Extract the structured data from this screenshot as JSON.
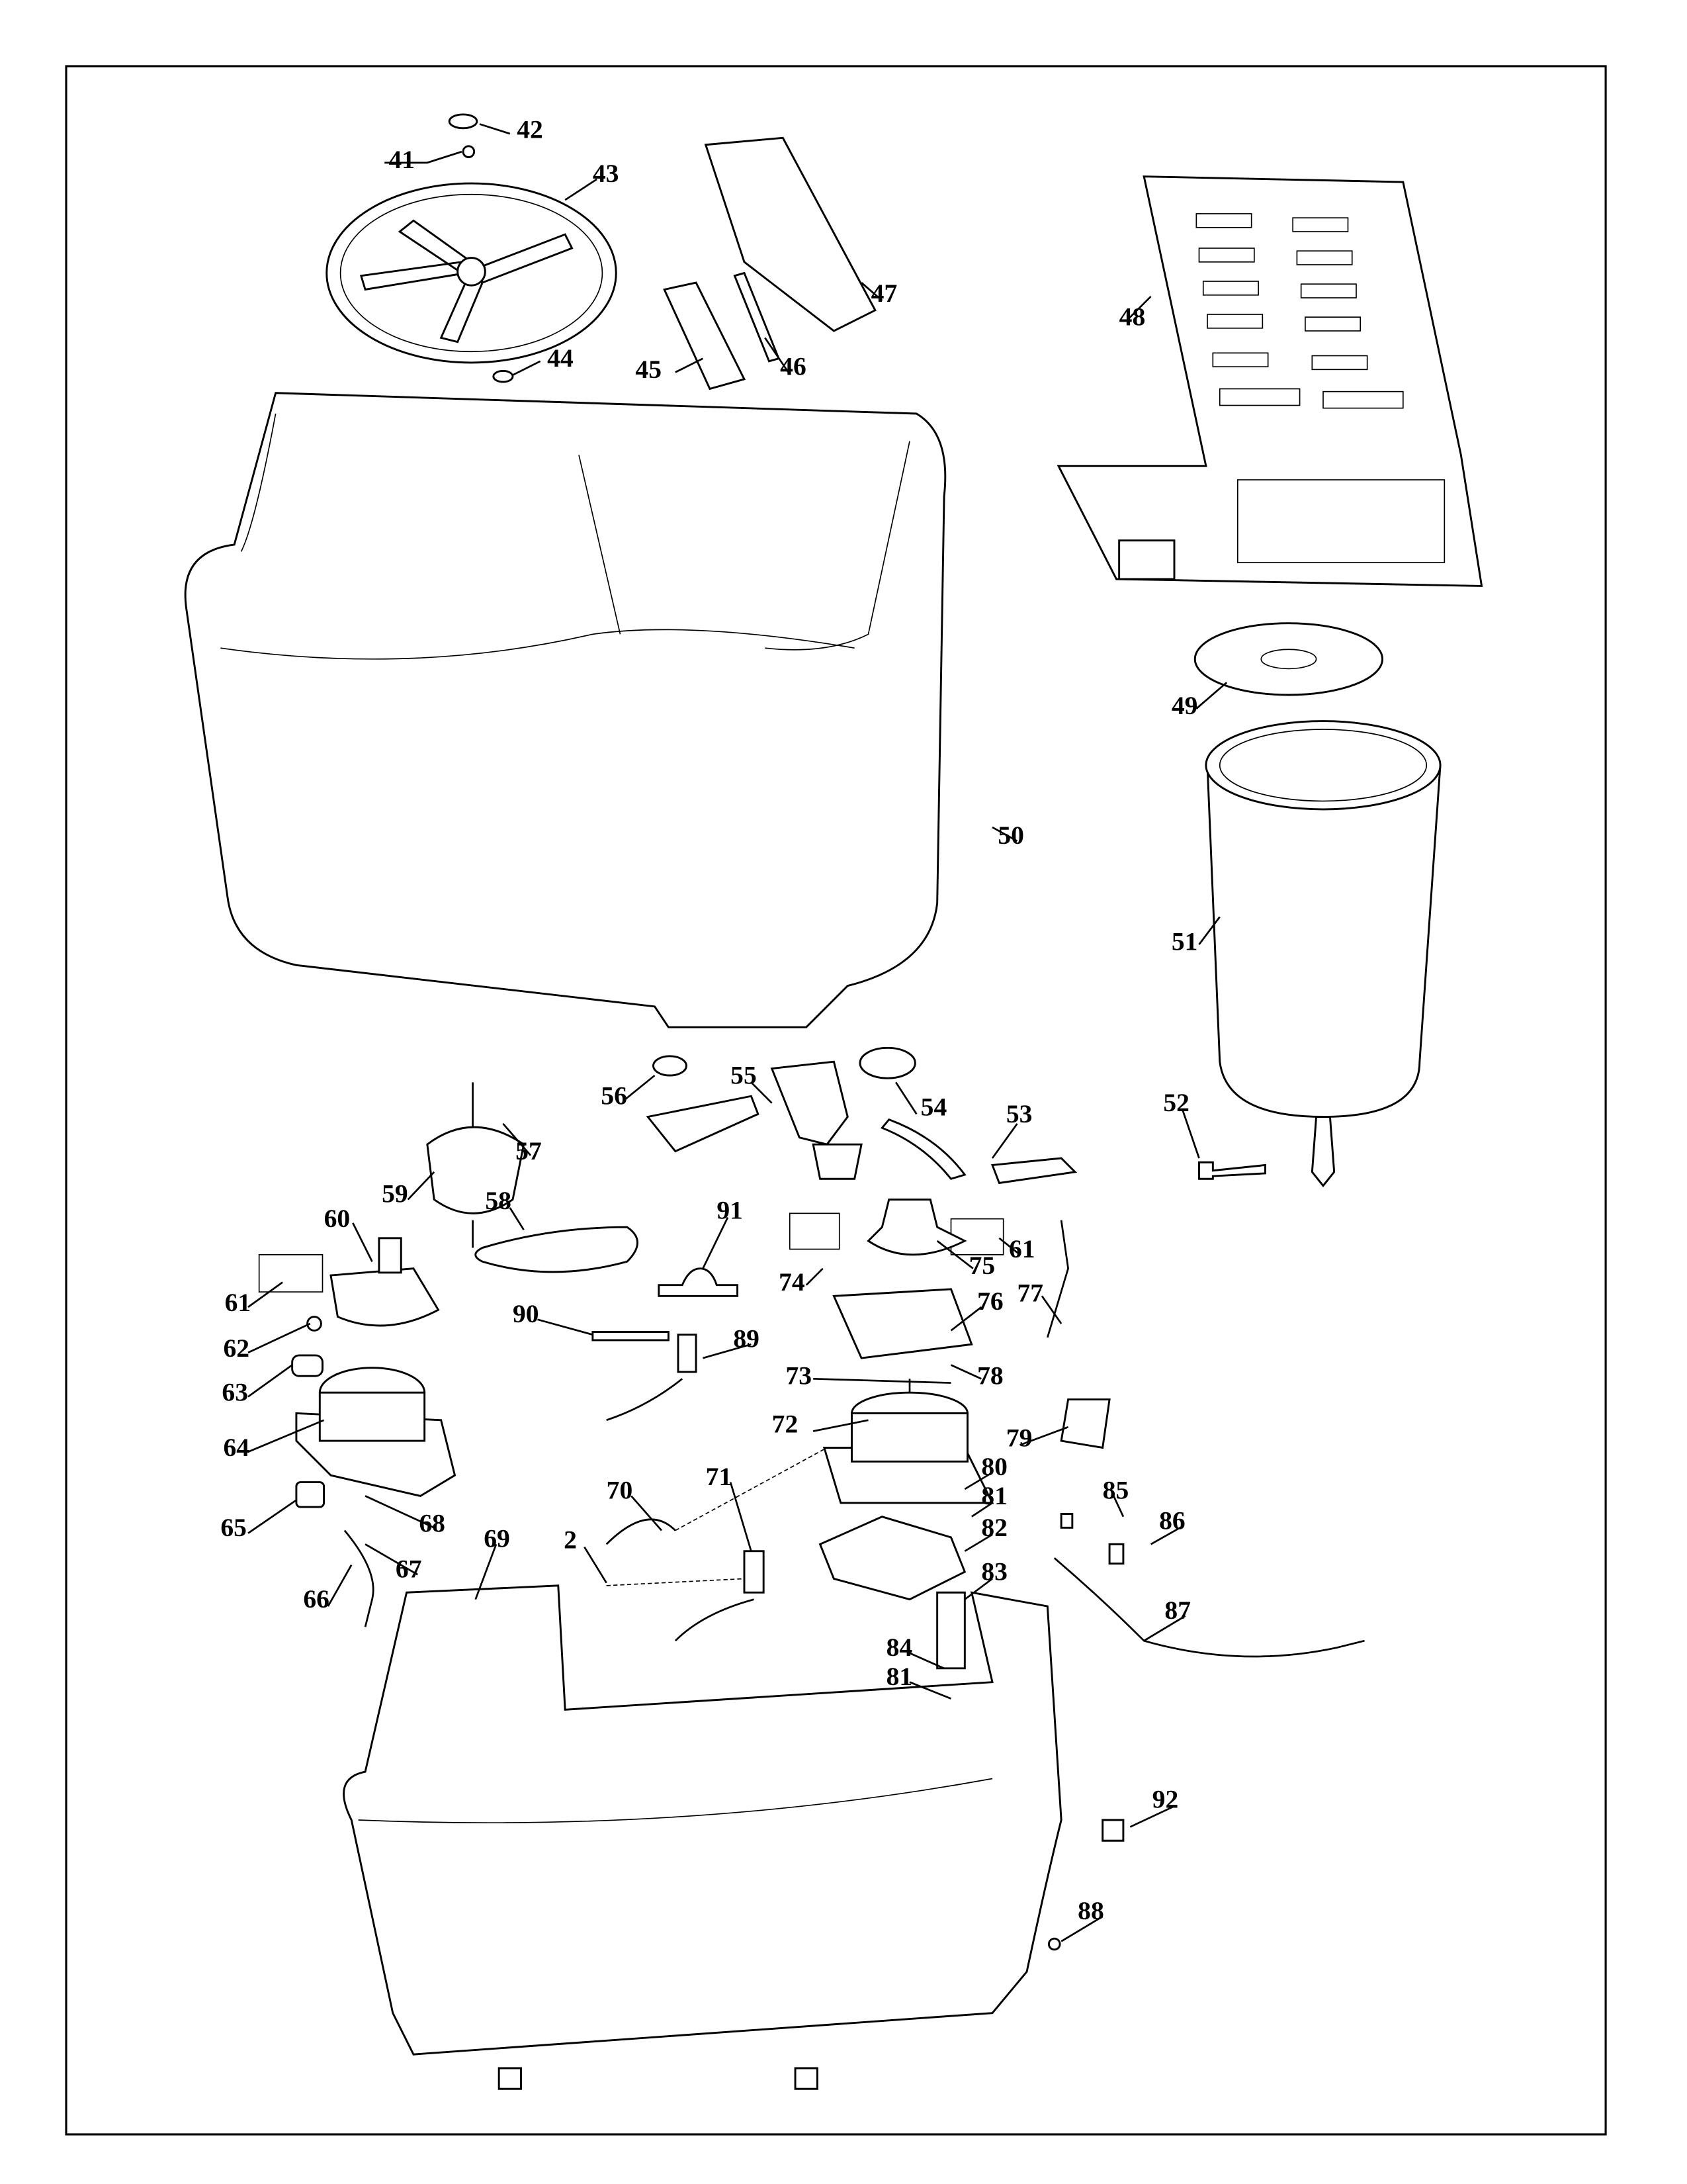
{
  "title": "Twin tub washing machine exploded parts diagram",
  "callouts": {
    "p2": "2",
    "p41": "41",
    "p42": "42",
    "p43": "43",
    "p44": "44",
    "p45": "45",
    "p46": "46",
    "p47": "47",
    "p48": "48",
    "p49": "49",
    "p50": "50",
    "p51": "51",
    "p52": "52",
    "p53": "53",
    "p54": "54",
    "p55": "55",
    "p56": "56",
    "p57": "57",
    "p58": "58",
    "p59": "59",
    "p60": "60",
    "p61a": "61",
    "p61b": "61",
    "p62": "62",
    "p63": "63",
    "p64": "64",
    "p65": "65",
    "p66": "66",
    "p67": "67",
    "p68": "68",
    "p69": "69",
    "p70": "70",
    "p71": "71",
    "p72": "72",
    "p73": "73",
    "p74": "74",
    "p75": "75",
    "p76": "76",
    "p77": "77",
    "p78": "78",
    "p79": "79",
    "p80": "80",
    "p81a": "81",
    "p81b": "81",
    "p82": "82",
    "p83": "83",
    "p84": "84",
    "p85": "85",
    "p86": "86",
    "p87": "87",
    "p88": "88",
    "p89": "89",
    "p90": "90",
    "p91": "91",
    "p92": "92"
  }
}
